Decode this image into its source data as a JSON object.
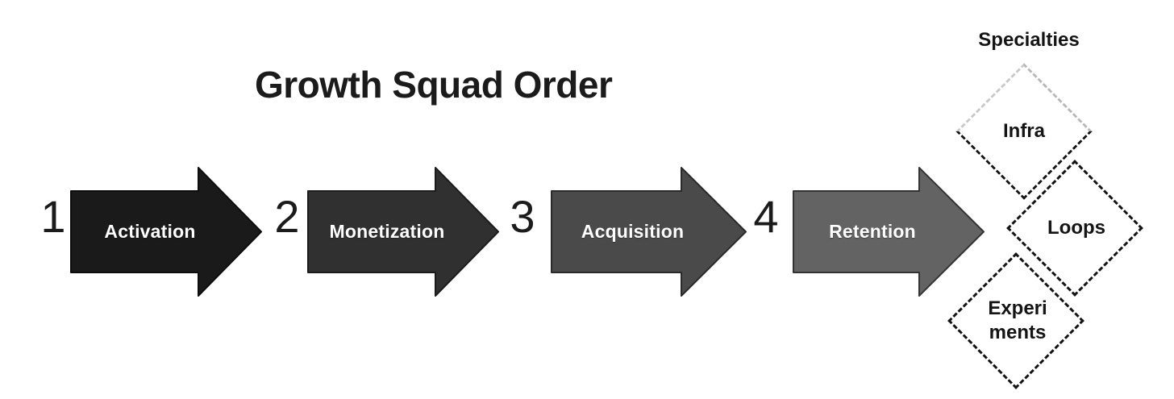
{
  "diagram": {
    "title": "Growth Squad Order",
    "background_color": "#ffffff",
    "title_color": "#1b1b1b"
  },
  "steps": [
    {
      "number": "1",
      "label": "Activation",
      "fill_color": "#1a1a1a",
      "label_color": "#ffffff",
      "icon": "right-arrow-shape"
    },
    {
      "number": "2",
      "label": "Monetization",
      "fill_color": "#303030",
      "label_color": "#ffffff",
      "icon": "right-arrow-shape"
    },
    {
      "number": "3",
      "label": "Acquisition",
      "fill_color": "#4a4a4a",
      "label_color": "#ffffff",
      "icon": "right-arrow-shape"
    },
    {
      "number": "4",
      "label": "Retention",
      "fill_color": "#636363",
      "label_color": "#ffffff",
      "icon": "right-arrow-shape"
    }
  ],
  "specialties": {
    "heading": "Specialties",
    "heading_color": "#141414",
    "border_color": "#141414",
    "border_style": "dashed",
    "items": [
      {
        "label": "Infra",
        "line1": "Infra",
        "line2": "",
        "shape": "diamond"
      },
      {
        "label": "Loops",
        "line1": "Loops",
        "line2": "",
        "shape": "diamond"
      },
      {
        "label": "Experiments",
        "line1": "Experi",
        "line2": "ments",
        "shape": "diamond"
      }
    ]
  }
}
